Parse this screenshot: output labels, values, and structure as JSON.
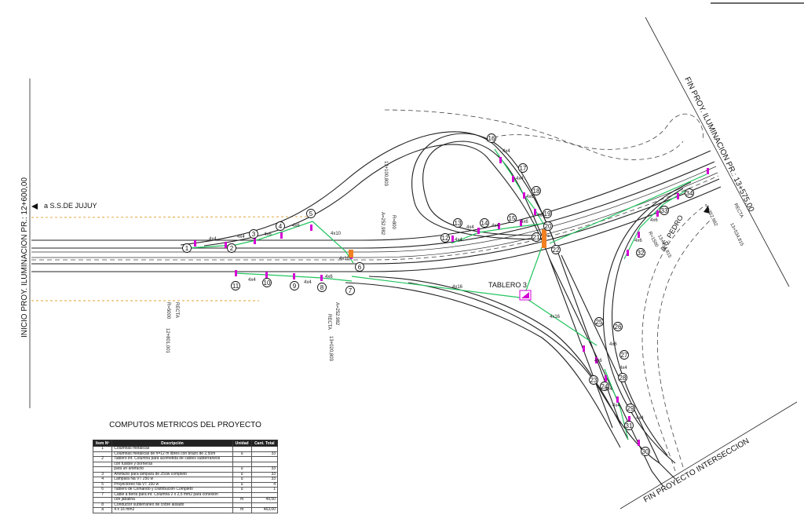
{
  "labels": {
    "start": "INICIO PROY. ILUMINACION PR.: 12+600,00",
    "end": "FIN PROY. ILUMINACION PR.: 13+575,00",
    "to_jujuy": "a S.S.DE JUJUY",
    "to_pedro": "a S. PEDRO",
    "tablero": "TABLERO 3",
    "end_intersection": "FIN PROYECTO INTERSECCION",
    "recta1": "RECTA",
    "r5000": "R=5000",
    "pk1": "12+801,001",
    "a1": "A=252.982",
    "recta2": "RECTA",
    "pk2": "13+020,803",
    "pk3": "13+100,803",
    "a2": "A=252.982",
    "r800": "R=800",
    "recta3": "RECTA",
    "pk4": "13+534,815",
    "a3": "A=252.982",
    "pk5": "13+454,815",
    "r1500": "R=1500"
  },
  "cables": [
    "4x4",
    "4x4",
    "4x6",
    "4x6",
    "4x10",
    "4x10",
    "4x4",
    "4x4",
    "4x6",
    "4x16",
    "4x16",
    "4x4",
    "4x4",
    "4x4",
    "4x6",
    "4x4",
    "4x4",
    "4x6",
    "4x4",
    "4x6",
    "4x4",
    "4x4",
    "4x6",
    "4x4",
    "4x4",
    "4x6",
    "4x6"
  ],
  "nodes": [
    "1",
    "2",
    "3",
    "4",
    "5",
    "6",
    "7",
    "8",
    "9",
    "10",
    "11",
    "12",
    "13",
    "14",
    "15",
    "16",
    "17",
    "18",
    "19",
    "20",
    "21",
    "22",
    "23",
    "24",
    "25",
    "26",
    "27",
    "28",
    "29",
    "30",
    "31",
    "32",
    "33",
    "34"
  ],
  "table": {
    "title": "COMPUTOS METRICOS DEL PROYECTO",
    "headers": [
      "Item Nº",
      "Descripción",
      "Unidad",
      "Cant. Total"
    ],
    "rows": [
      [
        "1",
        "Columnas metalicas",
        "",
        ""
      ],
      [
        "",
        "Columnas metalicas de h=12 m libres con brazo de 2,50m",
        "u",
        "33"
      ],
      [
        "2",
        "Tablero int. Columna para acometida de cables subterraneos",
        "",
        ""
      ],
      [
        "",
        "con fusible y borneras",
        "",
        ""
      ],
      [
        "",
        "para un artefacto",
        "u",
        "33"
      ],
      [
        "3",
        "Artefacto para lámpara de 250w completo",
        "u",
        "33"
      ],
      [
        "4",
        "Lampara Na VT 250 w",
        "u",
        "33"
      ],
      [
        "5",
        "Proyectores Na VT 150 w",
        "u",
        "4"
      ],
      [
        "6",
        "Tablero de Comando y Distribución Completo",
        "u",
        "1"
      ],
      [
        "7",
        "Cable a tierra para int. Columna 2 x 2,5 mm2 para conexión",
        "",
        ""
      ],
      [
        "",
        "con jabalina",
        "m",
        "49,50"
      ],
      [
        "8",
        "Conductor subterraneo de cobre aislado",
        "",
        ""
      ],
      [
        "a",
        "4 x 16 mm2",
        "m",
        "463,00"
      ]
    ]
  }
}
